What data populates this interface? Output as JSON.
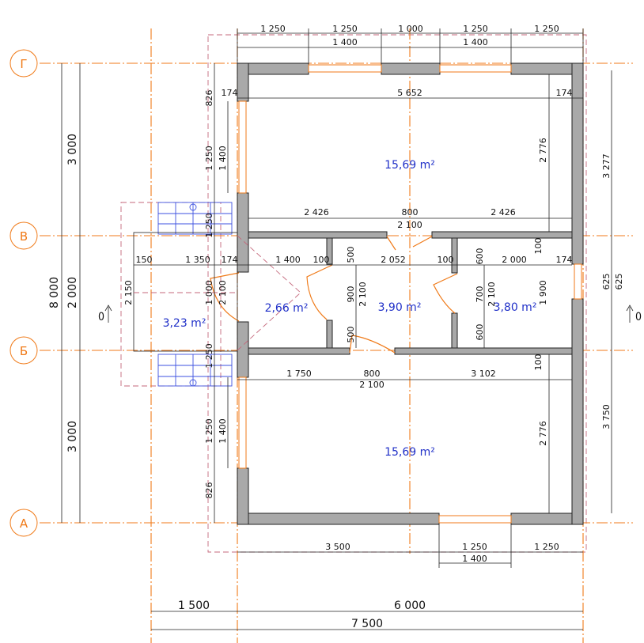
{
  "axes": {
    "horizontal": [
      "Г",
      "В",
      "Б",
      "А"
    ],
    "vertical_ticks": []
  },
  "dims_top": {
    "row1": [
      "1 250",
      "1 250",
      "1 000",
      "1 250",
      "1 250"
    ],
    "row2": [
      "1 400",
      "1 400"
    ]
  },
  "dims_bottom": {
    "row1": [
      "3 500",
      "1 250",
      "1 250"
    ],
    "row2": [
      "1 400"
    ],
    "overall": [
      "1 500",
      "6 000"
    ],
    "total": "7 500"
  },
  "dims_left": {
    "outer": "8 000",
    "parts": [
      "3 000",
      "2 000",
      "3 000"
    ],
    "upper": [
      "826",
      "1 250",
      "1 400",
      "1 250"
    ],
    "middle": [
      "1 000",
      "2 100",
      "1 250",
      "2 150"
    ],
    "lower": [
      "1 250",
      "1 400",
      "826"
    ]
  },
  "dims_right": {
    "parts": [
      "3 277",
      "625",
      "625",
      "3 750"
    ],
    "inner": [
      "2 776",
      "2 776",
      "1 900"
    ]
  },
  "interior_dims": {
    "room_top_width": "5 652",
    "wall_174": "174",
    "corridor_row": [
      "2 426",
      "800",
      "2 100",
      "2 426"
    ],
    "mid_row": [
      "150",
      "1 350",
      "174",
      "1 400",
      "100",
      "500",
      "2 052",
      "100",
      "600",
      "2 000",
      "174"
    ],
    "mid_vertical": [
      "900",
      "2 100",
      "500",
      "700",
      "2 100",
      "600",
      "100",
      "100"
    ],
    "lower_row": [
      "1 750",
      "800",
      "2 100",
      "3 102"
    ]
  },
  "areas": {
    "top_room": "15,69 m²",
    "hall": "2,66 m²",
    "bath": "3,90 m²",
    "utility": "3,80 m²",
    "porch": "3,23 m²",
    "bottom_room": "15,69 m²"
  },
  "markers": {
    "zero_left": "0",
    "zero_right": "0"
  },
  "colors": {
    "axis": "#f07a18",
    "wall": "#a9a9a9",
    "area_text": "#2030c8",
    "outline": "#c4677b",
    "stairs": "#3d52e0"
  }
}
